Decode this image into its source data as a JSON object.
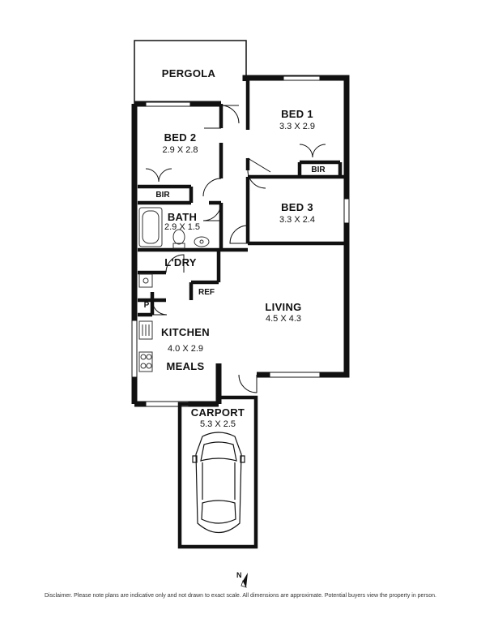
{
  "rooms": {
    "pergola": {
      "name": "PERGOLA"
    },
    "bed1": {
      "name": "BED 1",
      "dim": "3.3 X 2.9"
    },
    "bed2": {
      "name": "BED 2",
      "dim": "2.9 X 2.8"
    },
    "bed3": {
      "name": "BED 3",
      "dim": "3.3 X 2.4"
    },
    "bath": {
      "name": "BATH",
      "dim": "2.9 X 1.5"
    },
    "bir_left": {
      "name": "BIR"
    },
    "bir_right": {
      "name": "BIR"
    },
    "laundry": {
      "name": "L'DRY"
    },
    "ref": {
      "name": "REF"
    },
    "pantry": {
      "name": "P"
    },
    "kitchen": {
      "name": "KITCHEN",
      "dim": "4.0 X 2.9"
    },
    "meals": {
      "name": "MEALS"
    },
    "living": {
      "name": "LIVING",
      "dim": "4.5 X 4.3"
    },
    "carport": {
      "name": "CARPORT",
      "dim": "5.3 X 2.5"
    }
  },
  "north_label": "N",
  "disclaimer": "Disclaimer. Please note plans are indicative only and not drawn to exact scale. All dimensions are approximate. Potential buyers view the property in person.",
  "colors": {
    "wall": "#111111",
    "window": "#9a9a9a",
    "fixture": "#333333"
  }
}
